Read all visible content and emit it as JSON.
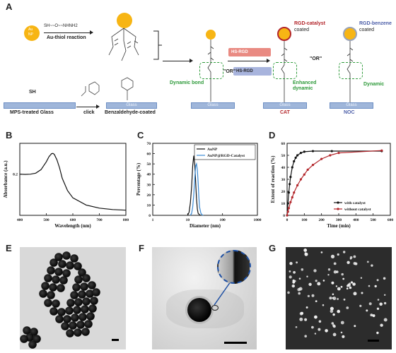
{
  "panels": {
    "A": {
      "letter": "A",
      "np_label_line1": "Au",
      "np_label_line2": "NP",
      "reagent_text": "SH~~O~~NHNH2",
      "au_thiol_label": "Au-thiol reaction",
      "sh_label": "SH",
      "mps_glass_label": "MPS-treated Glass",
      "click_label": "click",
      "benzaldehyde_label": "Benzaldehyde-coated",
      "glass_label": "Glass",
      "dynamic_bond_label": "Dynamic bond",
      "or_label_1": "\"OR\"",
      "or_label_2": "\"OR\"",
      "hs_rgd_top": "HS-RGD",
      "hs_rgd_bottom": "HS-RGD",
      "rgd_catalyst_line1": "RGD-catalyst",
      "rgd_catalyst_line2": "coated",
      "rgd_benzene_line1": "RGD-benzene",
      "rgd_benzene_line2": "coated",
      "enhanced_line1": "Enhanced",
      "enhanced_line2": "dynamic",
      "dynamic_label": "Dynamic",
      "cat_label": "CAT",
      "noc_label": "NOC"
    },
    "B": {
      "letter": "B"
    },
    "C": {
      "letter": "C"
    },
    "D": {
      "letter": "D"
    },
    "E": {
      "letter": "E"
    },
    "F": {
      "letter": "F"
    },
    "G": {
      "letter": "G"
    }
  },
  "colors": {
    "gold": "#f7b514",
    "gold_dark": "#e39a06",
    "green": "#2e9a3a",
    "red": "#b3262b",
    "blue": "#4b5da8",
    "glass": "#9fb6da",
    "hs_rgd_top_bg": "#e98a82",
    "hs_rgd_bottom_bg": "#a8b4dd",
    "series_black": "#111111",
    "series_blue": "#3a8ad4",
    "series_red": "#b3262b"
  },
  "chart_data": [
    {
      "type": "line",
      "panel": "B",
      "xlabel": "Wavelength (nm)",
      "ylabel": "Absorbance (a.u.)",
      "xlim": [
        400,
        800
      ],
      "ylim": [
        0,
        0.35
      ],
      "xticks": [
        "400",
        "500",
        "600",
        "700",
        "800"
      ],
      "yticks": [
        "0.2"
      ],
      "series": [
        {
          "x": [
            400,
            420,
            440,
            460,
            480,
            500,
            510,
            520,
            525,
            530,
            540,
            550,
            560,
            580,
            600,
            650,
            700,
            750,
            800
          ],
          "values": [
            0.2,
            0.199,
            0.2,
            0.205,
            0.222,
            0.26,
            0.285,
            0.3,
            0.301,
            0.296,
            0.27,
            0.23,
            0.18,
            0.12,
            0.085,
            0.05,
            0.035,
            0.028,
            0.025
          ]
        }
      ]
    },
    {
      "type": "line",
      "panel": "C",
      "xlabel": "Diameter (nm)",
      "ylabel": "Percentage (%)",
      "xscale": "log",
      "xlim": [
        1,
        1000
      ],
      "ylim": [
        0,
        70
      ],
      "xticks": [
        "1",
        "10",
        "100",
        "1000"
      ],
      "yticks": [
        "0",
        "10",
        "20",
        "30",
        "40",
        "50",
        "60",
        "70"
      ],
      "legend_position": "top-right",
      "series": [
        {
          "name": "AuNP",
          "x": [
            10,
            11,
            12,
            13,
            14,
            15,
            16,
            17,
            18,
            19,
            20,
            22,
            24
          ],
          "values": [
            0,
            3,
            12,
            28,
            48,
            58,
            50,
            32,
            16,
            6,
            2,
            0.5,
            0
          ]
        },
        {
          "name": "AuNP@RGD-Catalyst",
          "x": [
            12,
            13,
            14,
            15,
            16,
            17,
            18,
            19,
            20,
            21,
            22,
            24,
            26,
            28
          ],
          "values": [
            0,
            2,
            8,
            20,
            36,
            48,
            50,
            44,
            32,
            18,
            8,
            2,
            0.5,
            0
          ]
        }
      ]
    },
    {
      "type": "line",
      "panel": "D",
      "xlabel": "Time (min)",
      "ylabel": "Extent of reaction (%)",
      "xlim": [
        0,
        600
      ],
      "ylim": [
        0,
        60
      ],
      "xticks": [
        "0",
        "100",
        "200",
        "300",
        "400",
        "500",
        "600"
      ],
      "yticks": [
        "0",
        "10",
        "20",
        "30",
        "40",
        "50",
        "60"
      ],
      "legend_position": "bottom-right",
      "series": [
        {
          "name": "with catalyst",
          "x": [
            0,
            5,
            10,
            15,
            20,
            30,
            40,
            50,
            60,
            80,
            100,
            150,
            260,
            550
          ],
          "values": [
            0,
            10,
            19,
            26,
            32,
            40,
            45,
            48,
            50,
            52,
            53,
            53.5,
            53.5,
            53.5
          ]
        },
        {
          "name": "without catalyst",
          "x": [
            0,
            5,
            10,
            20,
            30,
            40,
            60,
            80,
            100,
            120,
            150,
            200,
            250,
            300,
            550
          ],
          "values": [
            0,
            3,
            6,
            11,
            15,
            19,
            25,
            30,
            34,
            38,
            42,
            47,
            50,
            52,
            54
          ]
        }
      ]
    }
  ]
}
